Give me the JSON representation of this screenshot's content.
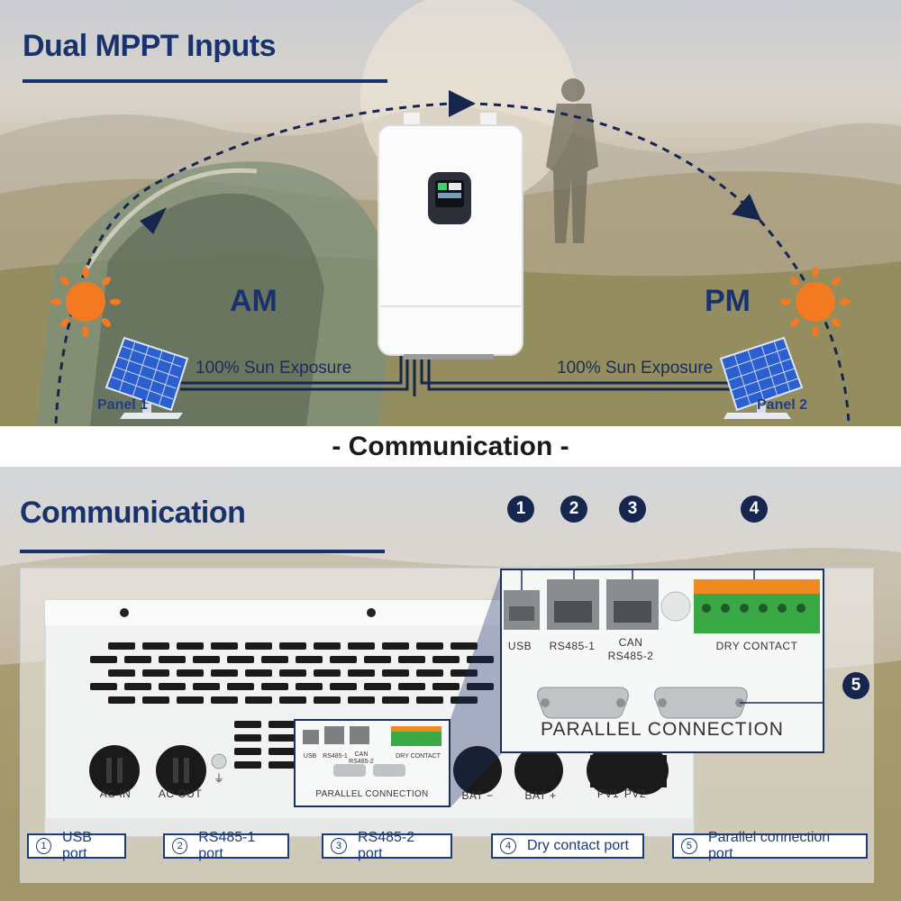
{
  "top": {
    "title": "Dual MPPT Inputs",
    "am_label": "AM",
    "pm_label": "PM",
    "left_exposure": "100% Sun Exposure",
    "right_exposure": "100% Sun Exposure",
    "panel1": "Panel 1",
    "panel2": "Panel 2"
  },
  "divider": {
    "title": "- Communication -"
  },
  "bottom": {
    "title": "Communication",
    "device_labels": {
      "ac_in": "AC IN",
      "ac_out": "AC OUT",
      "bat_minus": "BAT −",
      "bat_plus": "BAT +",
      "pv1": "PV1",
      "pv2": "PV2"
    },
    "small_panel": {
      "usb": "USB",
      "rs485_1": "RS485-1",
      "can": "CAN",
      "rs485_2": "RS485-2",
      "dry": "DRY CONTACT",
      "parallel": "PARALLEL CONNECTION"
    },
    "zoom_panel": {
      "usb": "USB",
      "rs485_1": "RS485-1",
      "can": "CAN",
      "rs485_2": "RS485-2",
      "dry": "DRY CONTACT",
      "parallel": "PARALLEL CONNECTION"
    },
    "numbers": [
      "1",
      "2",
      "3",
      "4",
      "5"
    ],
    "legend": [
      {
        "num": "1",
        "label": "USB port"
      },
      {
        "num": "2",
        "label": "RS485-1 port"
      },
      {
        "num": "3",
        "label": "RS485-2 port"
      },
      {
        "num": "4",
        "label": "Dry contact port"
      },
      {
        "num": "5",
        "label": "Parallel connection port"
      }
    ]
  },
  "colors": {
    "navy": "#18326e",
    "sun_orange": "#f47a21",
    "terminal_green": "#3aa845",
    "terminal_orange": "#f28a22"
  }
}
